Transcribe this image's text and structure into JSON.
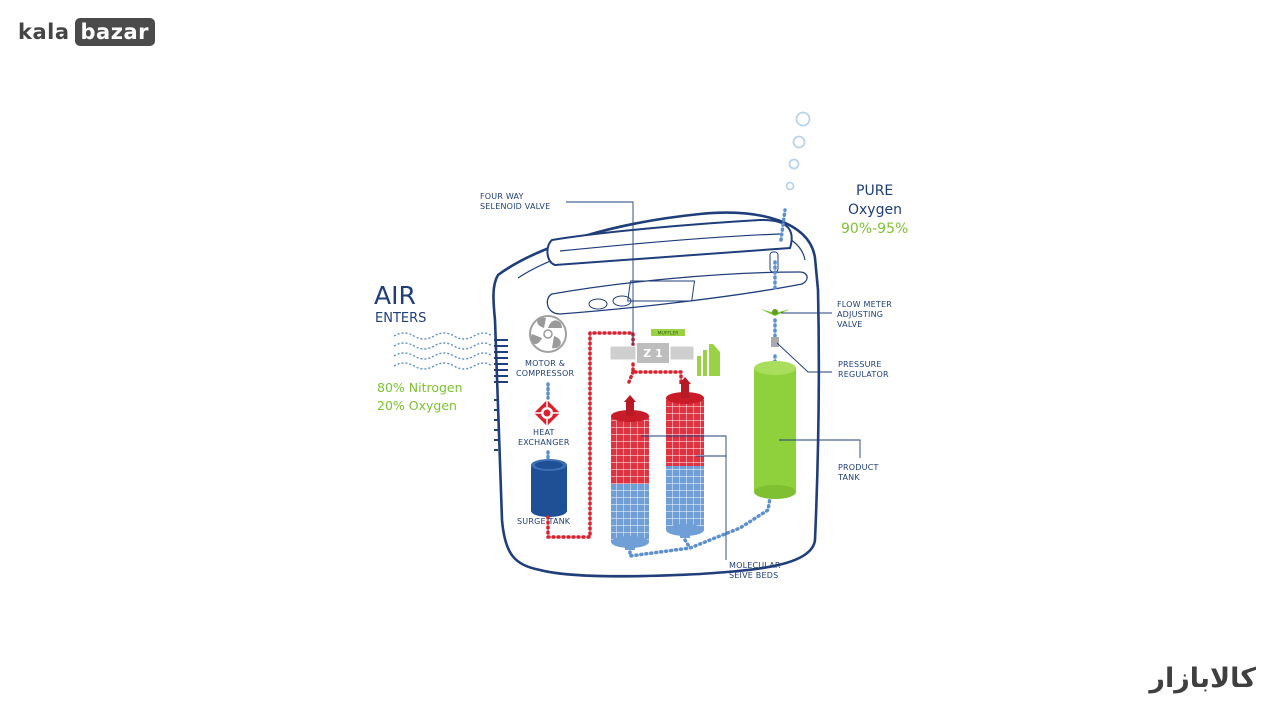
{
  "brand": {
    "name_left": "kala",
    "name_right": "bazar",
    "persian_mark": "کالابازار"
  },
  "colors": {
    "navy": "#1f3e7a",
    "red": "#d8222f",
    "blue": "#5e90cc",
    "green": "#8fd03d",
    "accent_green": "#7cc234",
    "gray": "#999999"
  },
  "labels": {
    "air": "AIR",
    "enters": "ENTERS",
    "nitrogen": "80% Nitrogen",
    "oxygen_in": "20% Oxygen",
    "pure": "PURE",
    "oxygen_out": "Oxygen",
    "purity": "90%-95%",
    "four_way_valve": "FOUR WAY\nSELENOID VALVE",
    "motor": "MOTOR &\nCOMPRESSOR",
    "heat_exchanger": "HEAT\nEXCHANGER",
    "surge_tank": "SURGE TANK",
    "flow_meter": "FLOW METER\nADJUSTING\nVALVE",
    "pressure_regulator": "PRESSURE\nREGULATOR",
    "product_tank": "PRODUCT\nTANK",
    "sieve_beds": "MOLECULAR\nSEIVE BEDS",
    "muffler": "MUFFLER"
  }
}
